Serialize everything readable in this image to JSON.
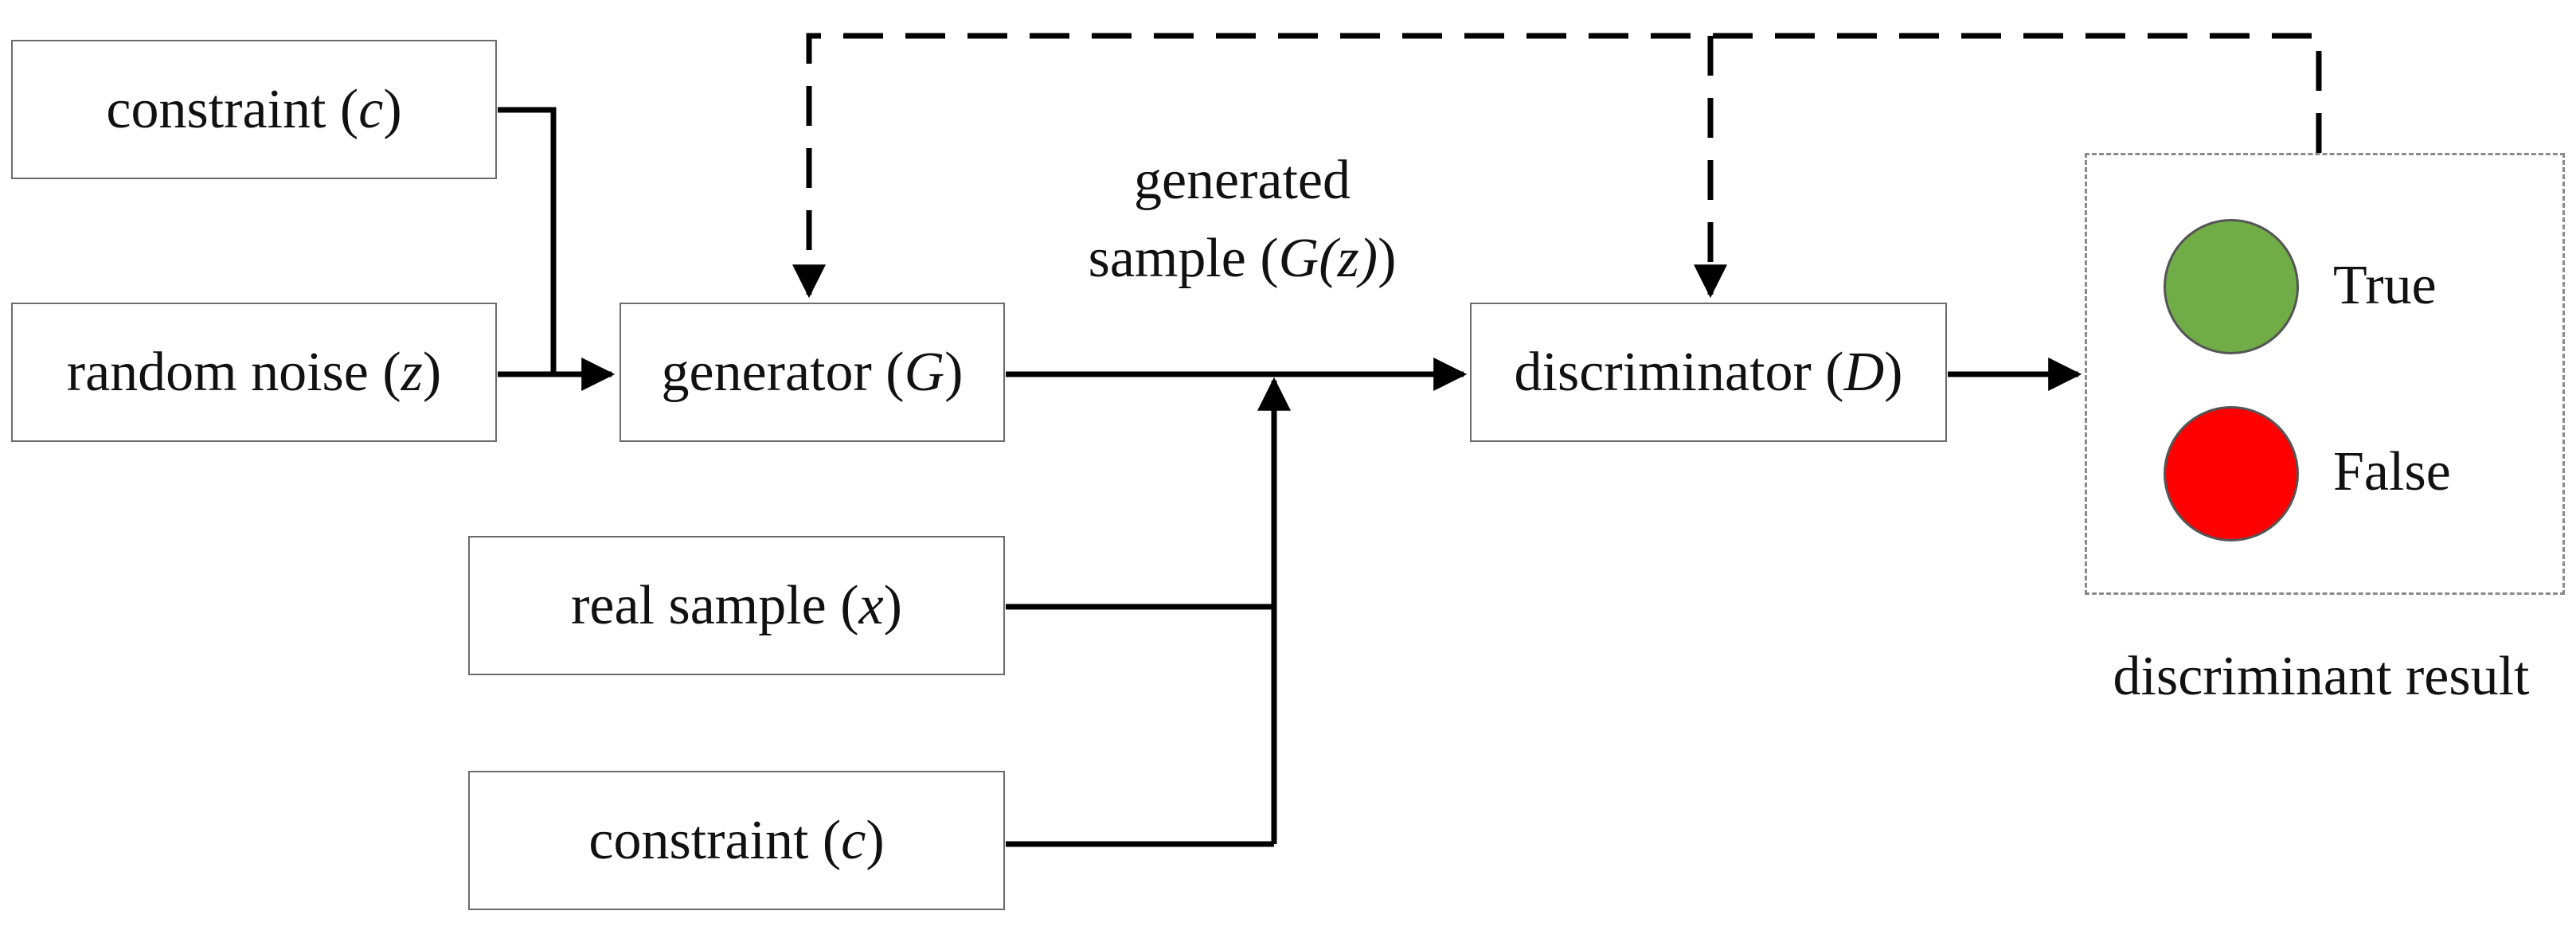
{
  "nodes": {
    "constraint_top": {
      "text": "constraint  (",
      "var": "c",
      "close": ")"
    },
    "random_noise": {
      "text": "random  noise (",
      "var": "z",
      "close": ")"
    },
    "generator": {
      "text": "generator (",
      "var": "G",
      "close": ")"
    },
    "discriminator": {
      "text": "discriminator (",
      "var": "D",
      "close": ")"
    },
    "real_sample": {
      "text": "real sample (",
      "var": "x",
      "close": ")"
    },
    "constraint_bottom": {
      "text": "constraint  (",
      "var": "c",
      "close": ")"
    }
  },
  "edge_labels": {
    "generated_line1": "generated",
    "generated_line2_prefix": "sample (",
    "generated_line2_var": "G(z)",
    "generated_line2_suffix": ")"
  },
  "result": {
    "caption": "discriminant result",
    "true_label": "True",
    "false_label": "False"
  },
  "colors": {
    "true_lamp": "#70ad47",
    "false_lamp": "#ff0000",
    "line": "#000000",
    "box_border": "#6b6b6b"
  }
}
